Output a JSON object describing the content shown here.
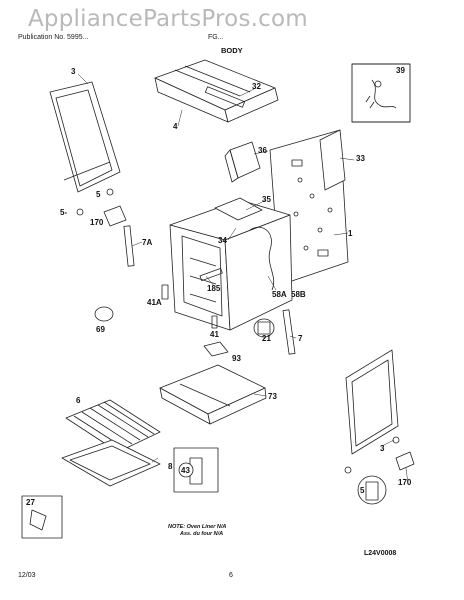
{
  "watermark": "AppliancePartsPros.com",
  "header": {
    "left_text": "Publication No. 5995...",
    "right_text": "FG...",
    "section_title": "BODY"
  },
  "callouts": {
    "c3a": "3",
    "c32": "32",
    "c4": "4",
    "c39": "39",
    "c36": "36",
    "c33": "33",
    "c5a": "5",
    "c5b": "5-",
    "c170a": "170",
    "c7a": "7A",
    "c35": "35",
    "c34": "34",
    "c1": "1",
    "c185": "185",
    "c58a": "58A",
    "c58b": "58B",
    "c41a": "41A",
    "c69": "69",
    "c41": "41",
    "c21": "21",
    "c7": "7",
    "c93": "93",
    "c73": "73",
    "c6": "6",
    "c8": "8",
    "c43": "43",
    "c3b": "3",
    "c5c": "5",
    "c170b": "170",
    "c27": "27"
  },
  "note": {
    "line1": "NOTE: Oven Liner N/A",
    "line2": "Ass. du four N/A"
  },
  "diagram_code": "L24V0008",
  "footer": {
    "date": "12/03",
    "page": "6"
  }
}
